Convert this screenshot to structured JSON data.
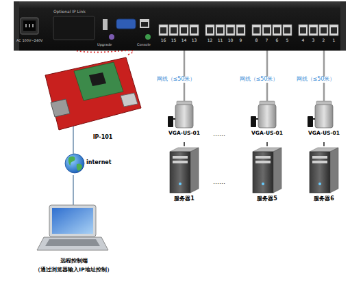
{
  "diagram": {
    "nodes": [
      {
        "text": [
          "AC 100V~240V",
          "Optional IP Link",
          "Upgrade",
          "Console"
        ]
      },
      {
        "text": [
          "IP-101"
        ]
      },
      {
        "text": [
          "internet"
        ]
      },
      {
        "text": [
          "VGA-US-01"
        ]
      },
      {
        "text": [
          "VGA-US-01"
        ]
      },
      {
        "text": [
          "VGA-US-01"
        ]
      },
      {
        "text": [
          "服务器1"
        ]
      },
      {
        "text": [
          "服务器5"
        ]
      },
      {
        "text": [
          "服务器6"
        ]
      },
      {
        "text": [
          "远程控制端",
          "（通过浏览器输入IP地址控制）"
        ]
      }
    ],
    "edges": [
      {
        "from": 1,
        "to": 0,
        "arrow": "none"
      },
      {
        "from": 1,
        "to": 2,
        "arrow": "none"
      },
      {
        "from": 2,
        "to": 9,
        "arrow": "none"
      },
      {
        "from": 0,
        "to": 3,
        "label": "网线（≤50米）",
        "arrow": "none"
      },
      {
        "from": 0,
        "to": 4,
        "label": "网线（≤50米）",
        "arrow": "none"
      },
      {
        "from": 0,
        "to": 5,
        "label": "网线（≤50米）",
        "arrow": "none"
      },
      {
        "from": 3,
        "to": 6,
        "arrow": "none"
      },
      {
        "from": 4,
        "to": 7,
        "arrow": "none"
      },
      {
        "from": 5,
        "to": 8,
        "arrow": "none"
      }
    ],
    "labels": [
      "16",
      "15",
      "14",
      "13",
      "12",
      "11",
      "10",
      "9",
      "8",
      "7",
      "6",
      "5",
      "4",
      "3",
      "2",
      "1",
      "……",
      "……"
    ]
  }
}
